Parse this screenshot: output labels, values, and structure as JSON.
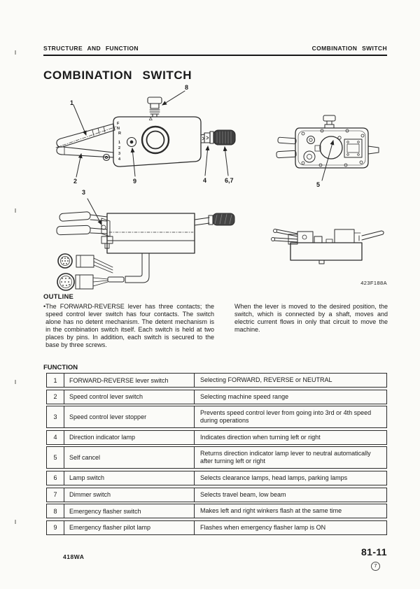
{
  "page": {
    "header_left": "STRUCTURE AND FUNCTION",
    "header_right": "COMBINATION SWITCH",
    "title": "COMBINATION SWITCH",
    "footer_left": "418WA",
    "page_number": "81-11",
    "page_circle_number": "7"
  },
  "figure": {
    "code": "423F188A",
    "callouts": {
      "c1": "1",
      "c2": "2",
      "c3": "3",
      "c4": "4",
      "c5": "5",
      "c67": "6,7",
      "c8": "8",
      "c9": "9"
    },
    "markings": {
      "gear_top": [
        "F",
        "N",
        "R"
      ],
      "gear_bottom": [
        "1",
        "2",
        "3",
        "4"
      ],
      "hazard": "△"
    }
  },
  "outline": {
    "heading": "OUTLINE",
    "bullet_glyph": "•",
    "bullet_text": "The FORWARD-REVERSE lever has three contacts; the speed control lever switch has four contacts. The switch alone has no detent mechanism. The detent mechanism is in the combination switch itself. Each switch is held at two places by pins. In addition, each switch is secured to the base by three screws.",
    "right_paragraph": "When the lever is moved to the desired position, the switch, which is connected by a shaft, moves and electric current flows in only that circuit to move the machine."
  },
  "function": {
    "heading": "FUNCTION",
    "rows": [
      {
        "no": "1",
        "item": "FORWARD-REVERSE lever switch",
        "description": "Selecting FORWARD, REVERSE or NEUTRAL"
      },
      {
        "no": "2",
        "item": "Speed control lever switch",
        "description": "Selecting machine speed range"
      },
      {
        "no": "3",
        "item": "Speed control lever stopper",
        "description": "Prevents speed control lever from going into 3rd or 4th speed during operations"
      },
      {
        "no": "4",
        "item": "Direction indicator lamp",
        "description": "Indicates direction when turning left or right"
      },
      {
        "no": "5",
        "item": "Self cancel",
        "description": "Returns direction indicator lamp lever to neutral automatically after turning left or right"
      },
      {
        "no": "6",
        "item": "Lamp switch",
        "description": "Selects clearance lamps, head lamps, parking lamps"
      },
      {
        "no": "7",
        "item": "Dimmer switch",
        "description": "Selects travel beam, low beam"
      },
      {
        "no": "8",
        "item": "Emergency flasher switch",
        "description": "Makes left and right winkers flash at the same time"
      },
      {
        "no": "9",
        "item": "Emergency flasher pilot lamp",
        "description": "Flashes when emergency flasher lamp is ON"
      }
    ]
  }
}
